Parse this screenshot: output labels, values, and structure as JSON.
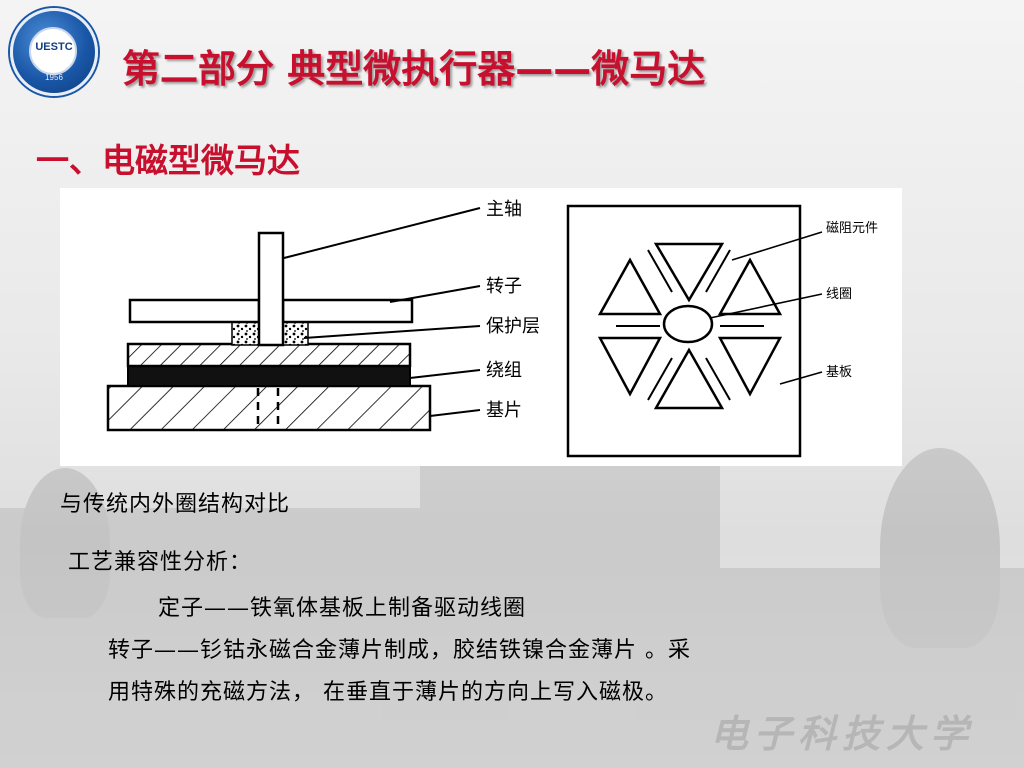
{
  "logo": {
    "text": "UESTC",
    "year": "1956"
  },
  "slide": {
    "title": "第二部分 典型微执行器——微马达",
    "subtitle": "一、电磁型微马达"
  },
  "diagram_left": {
    "labels": [
      "主轴",
      "转子",
      "保护层",
      "绕组",
      "基片"
    ]
  },
  "diagram_right": {
    "labels": [
      "磁阻元件",
      "线圈",
      "基板"
    ]
  },
  "body": {
    "line1": "与传统内外圈结构对比",
    "line2": "工艺兼容性分析：",
    "line3": "定子——铁氧体基板上制备驱动线圈",
    "line4": "转子——钐钴永磁合金薄片制成，胶结铁镍合金薄片 。采",
    "line5": "用特殊的充磁方法， 在垂直于薄片的方向上写入磁极。"
  },
  "watermark": "电子科技大学"
}
